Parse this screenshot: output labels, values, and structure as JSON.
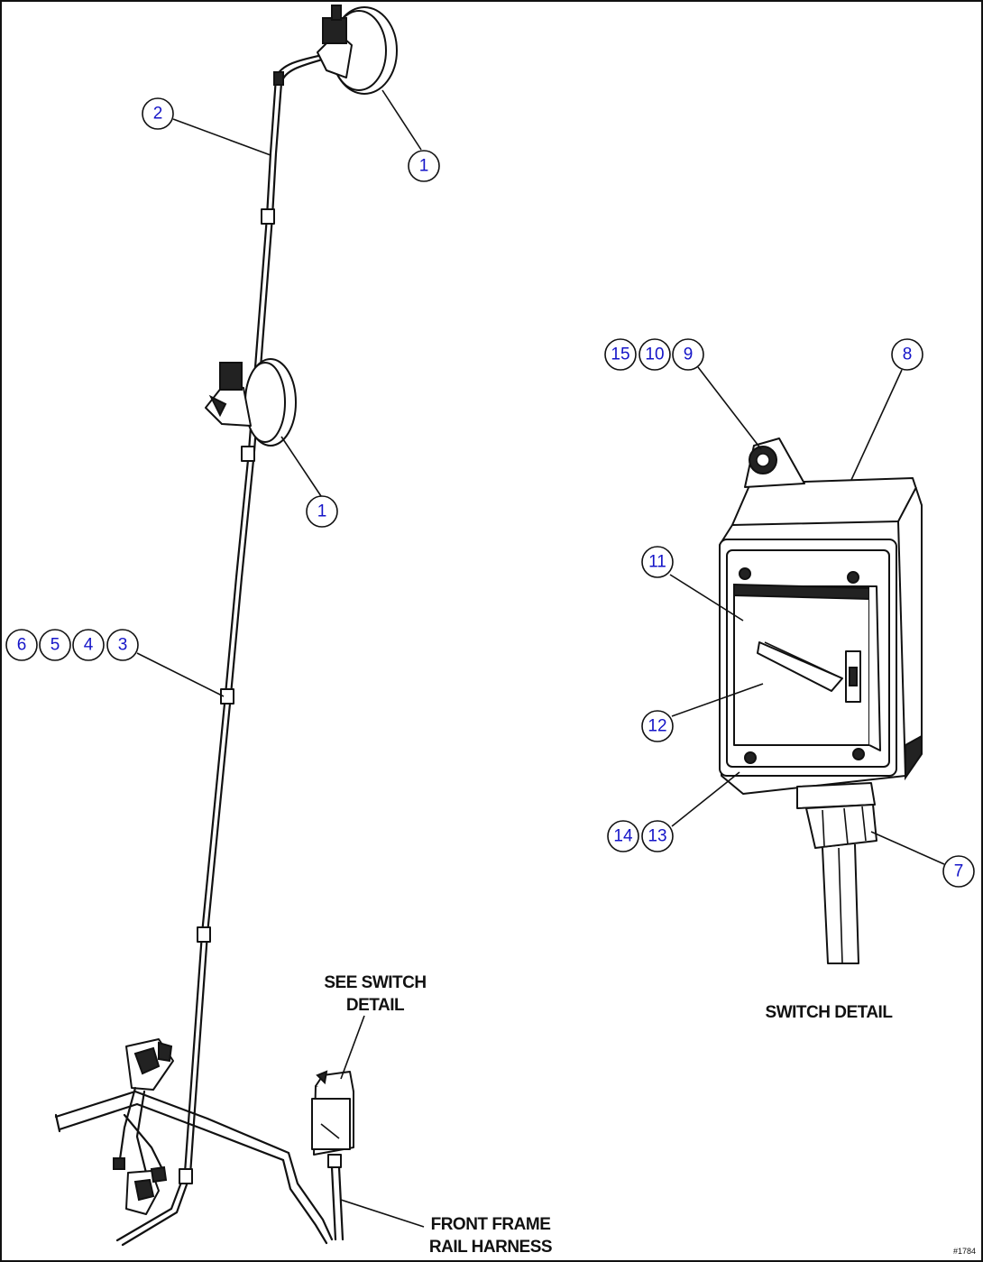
{
  "balloons": {
    "horn_upper": "1",
    "harness": "2",
    "horn_lower": "1",
    "clip_group": [
      "6",
      "5",
      "4",
      "3"
    ],
    "switch_mount": [
      "15",
      "10",
      "9"
    ],
    "switch_box": "8",
    "cover": "11",
    "lever": "12",
    "screws": [
      "14",
      "13"
    ],
    "connector": "7"
  },
  "labels": {
    "see_switch_line1": "SEE SWITCH",
    "see_switch_line2": "DETAIL",
    "switch_detail": "SWITCH DETAIL",
    "front_frame_line1": "FRONT FRAME",
    "front_frame_line2": "RAIL HARNESS",
    "figure_id": "#1784"
  }
}
